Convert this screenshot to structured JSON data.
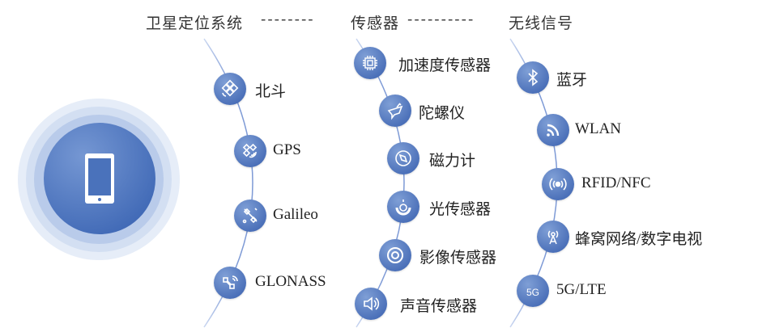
{
  "header": {
    "col1": "卫星定位系统",
    "dash1": "--------",
    "col2": "传感器",
    "dash2": "----------",
    "col3": "无线信号"
  },
  "center": {
    "icon": "smartphone-icon"
  },
  "satellite": [
    {
      "label": "北斗",
      "icon": "satellite-icon"
    },
    {
      "label": "GPS",
      "icon": "satellite-signal-icon"
    },
    {
      "label": "Galileo",
      "icon": "satellite-icon"
    },
    {
      "label": "GLONASS",
      "icon": "satellite-dish-icon"
    }
  ],
  "sensors": [
    {
      "label": "加速度传感器",
      "icon": "chip-icon"
    },
    {
      "label": "陀螺仪",
      "icon": "gyroscope-icon"
    },
    {
      "label": "磁力计",
      "icon": "compass-icon"
    },
    {
      "label": "光传感器",
      "icon": "light-sensor-icon"
    },
    {
      "label": "影像传感器",
      "icon": "camera-lens-icon"
    },
    {
      "label": "声音传感器",
      "icon": "speaker-icon"
    }
  ],
  "wireless": [
    {
      "label": "蓝牙",
      "icon": "bluetooth-icon"
    },
    {
      "label": "WLAN",
      "icon": "wifi-icon"
    },
    {
      "label": "RFID/NFC",
      "icon": "rfid-icon"
    },
    {
      "label": "蜂窝网络/数字电视",
      "icon": "antenna-tower-icon"
    },
    {
      "label": "5G/LTE",
      "icon": "5g-icon",
      "badge": "5G"
    }
  ],
  "colors": {
    "accent": "#4a6fb8",
    "line": "#8fa9dd"
  }
}
